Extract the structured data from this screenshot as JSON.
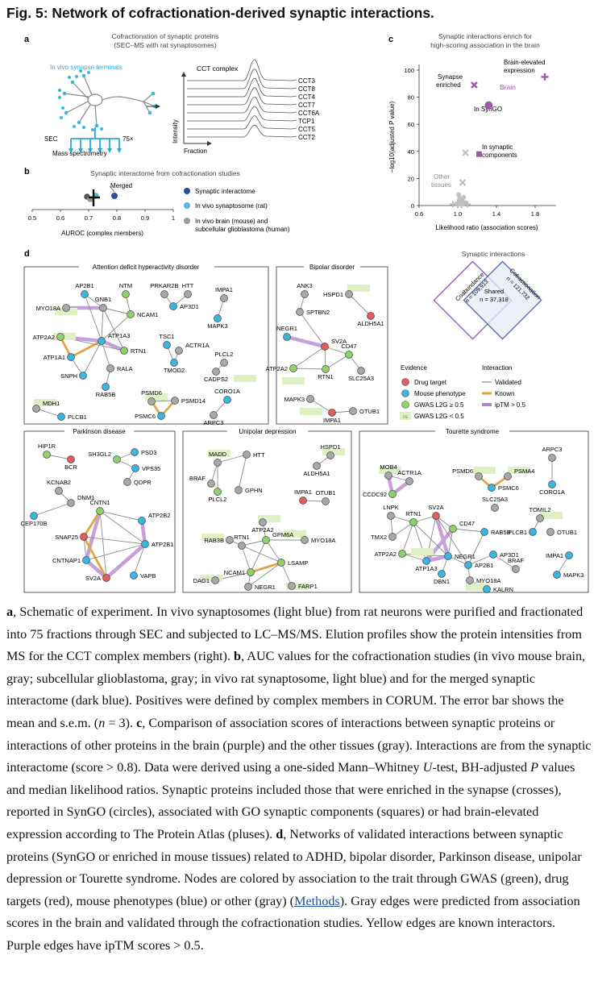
{
  "title": "Fig. 5: Network of cofractionation-derived synaptic interactions.",
  "panel_a": {
    "letter": "a",
    "title_line1": "Cofractionation of synaptic proteins",
    "title_line2": "(SEC–MS with rat synaptosomes)",
    "in_vivo": "In vivo synapse terminals",
    "sec": "SEC",
    "x75": "75×",
    "ms": "Mass spectrometry",
    "cct_complex": "CCT complex",
    "intensity": "Intensity",
    "fraction": "Fraction",
    "proteins": [
      "CCT3",
      "CCT8",
      "CCT4",
      "CCT7",
      "CCT6A",
      "TCP1",
      "CCT5",
      "CCT2"
    ]
  },
  "panel_b": {
    "letter": "b",
    "title": "Synaptic interactome from cofractionation studies",
    "merged": "Merged",
    "ticks": [
      "0.5",
      "0.6",
      "0.7",
      "0.8",
      "0.9",
      "1"
    ],
    "xlabel": "AUROC (complex members)",
    "legend": [
      {
        "label": "Synaptic interactome",
        "color": "#2e4d9b"
      },
      {
        "label": "In vivo synaptosome (rat)",
        "color": "#5db3de"
      },
      {
        "label": "In vivo brain (mouse) and",
        "label2": "subcellular glioblastoma (human)",
        "color": "#9a9a9a"
      }
    ],
    "colors": {
      "interactome": "#2e4d9b",
      "rat": "#5db3de",
      "gray": "#9a9a9a"
    }
  },
  "panel_c": {
    "letter": "c",
    "title_line1": "Synaptic interactions enrich for",
    "title_line2": "high-scoring association in the brain",
    "ylabel": "−log10(adjusted P value)",
    "xlabel": "Likelihood ratio (association scores)",
    "yticks": [
      "0",
      "20",
      "40",
      "60",
      "80",
      "100"
    ],
    "xticks": [
      "0.6",
      "1.0",
      "1.4",
      "1.8"
    ],
    "annotations": {
      "brain_elevated": "Brain-elevated",
      "expression": "expression",
      "synapse": "Synapse",
      "enriched": "enriched",
      "brain": "Brain",
      "in_syngo": "In SynGO",
      "in_synaptic": "In synaptic",
      "components": "components",
      "other": "Other",
      "tissues": "tissues"
    },
    "colors": {
      "brain": "#9b59a8",
      "other": "#c8c8c8"
    }
  },
  "panel_d": {
    "letter": "d",
    "venn": {
      "title": "Synaptic interactions",
      "left_label": "Coabundance",
      "left_n": "n = 109,913",
      "right_label": "Cofractionation",
      "right_n": "n = 121,732",
      "shared": "Shared",
      "shared_n": "n = 37,318"
    },
    "boxes": {
      "adhd": "Attention deficit hyperactivity disorder",
      "bipolar": "Bipolar disorder",
      "parkinson": "Parkinson disease",
      "unipolar": "Unipolar depression",
      "tourette": "Tourette syndrome"
    },
    "evidence_title": "Evidence",
    "interaction_title": "Interaction",
    "evidence": [
      "Drug target",
      "Mouse phenotype",
      "GWAS L2G ≥ 0.5",
      "GWAS L2G < 0.5"
    ],
    "interaction": [
      "Validated",
      "Known",
      "ipTM > 0.5"
    ],
    "rs_badge": "rs",
    "colors": {
      "drug": "#e25d5d",
      "mouse": "#39b7e0",
      "gwas": "#8fd16b",
      "other": "#a8a8a8",
      "known": "#e0a545",
      "iptm": "#b084c8",
      "validated": "#888888",
      "badge": "#dff0c4"
    },
    "nodes": {
      "adhd": [
        "AP2B1",
        "NTM",
        "MYO18A",
        "GNB1",
        "NCAM1",
        "ATP2A2",
        "ATP1A3",
        "ATP1A1",
        "RTN1",
        "SNPH",
        "RALA",
        "RAB5B",
        "MDH1",
        "PLCB1",
        "PRKAR2B",
        "HTT",
        "AP3D1",
        "IMPA1",
        "MAPK3",
        "TSC1",
        "ACTR1A",
        "TMOD2",
        "PLCL2",
        "CADPS2",
        "PSMD6",
        "PSMD14",
        "PSMC6",
        "CORO1A",
        "ARPC3"
      ],
      "bipolar": [
        "ANK3",
        "HSPD1",
        "SPTBN2",
        "ALDH5A1",
        "NEGR1",
        "SV2A",
        "CD47",
        "ATP2A2",
        "RTN1",
        "SLC25A3",
        "MAPK3",
        "IMPA1",
        "OTUB1"
      ],
      "parkinson": [
        "HIP1R",
        "BCR",
        "SH3GL2",
        "PSD3",
        "VPS35",
        "QDPR",
        "KCNAB2",
        "DNM1",
        "CEP170B",
        "CNTN1",
        "ATP2B2",
        "SNAP25",
        "ATP2B1",
        "CNTNAP1",
        "VAPB",
        "SV2A"
      ],
      "unipolar": [
        "MADD",
        "HTT",
        "BRAF",
        "GPHN",
        "PLCL2",
        "HSPD1",
        "ALDH5A1",
        "IMPA1",
        "OTUB1",
        "ATP2A2",
        "RAB3B",
        "RTN1",
        "GPM6A",
        "MYO18A",
        "NCAM1",
        "LSAMP",
        "DAG1",
        "NEGR1",
        "FARP1"
      ],
      "tourette": [
        "MOB4",
        "ACTR1A",
        "CCDC92",
        "PSMD6",
        "PSMA4",
        "PSMC6",
        "SLC25A3",
        "ARPC3",
        "CORO1A",
        "LNPK",
        "SV2A",
        "RTN1",
        "CD47",
        "TMX2",
        "RAB5B",
        "ATP2A2",
        "NEGR1",
        "ATP1A3",
        "AP2B1",
        "AP3D1",
        "DBN1",
        "MYO18A",
        "KALRN",
        "BRAF",
        "TOMIL2",
        "PLCB1",
        "OTUB1",
        "IMPA1",
        "MAPK3"
      ]
    }
  },
  "caption": [
    {
      "b": "a"
    },
    {
      "t": ", Schematic of experiment. In vivo synaptosomes (light blue) from rat neurons were purified and fractionated into 75 fractions through SEC and subjected to LC–MS/MS. Elution profiles show the protein intensities from MS for the CCT complex members (right). "
    },
    {
      "b": "b"
    },
    {
      "t": ", AUC values for the cofractionation studies (in vivo mouse brain, gray; subcellular glioblastoma, gray; in vivo rat synaptosome, light blue) and for the merged synaptic interactome (dark blue). Positives were defined by complex members in CORUM. The error bar shows the mean and s.e.m. ("
    },
    {
      "i": "n"
    },
    {
      "t": " = 3). "
    },
    {
      "b": "c"
    },
    {
      "t": ", Comparison of association scores of interactions between synaptic proteins or interactions of other proteins in the brain (purple) and the other tissues (gray). Interactions are from the synaptic interactome (score > 0.8). Data were derived using a one-sided Mann–Whitney "
    },
    {
      "i": "U"
    },
    {
      "t": "-test, BH-adjusted "
    },
    {
      "i": "P"
    },
    {
      "t": " values and median likelihood ratios. Synaptic proteins included those that were enriched in the synapse (crosses), reported in SynGO (circles), associated with GO synaptic components (squares) or had brain-elevated expression according to The Protein Atlas (pluses). "
    },
    {
      "b": "d"
    },
    {
      "t": ", Networks of validated interactions between synaptic proteins (SynGO or enriched in mouse tissues) related to ADHD, bipolar disorder, Parkinson disease, unipolar depression or Tourette syndrome. Nodes are colored by association to the trait through GWAS (green), drug targets (red), mouse phenotypes (blue) or other (gray) ("
    },
    {
      "a": "Methods"
    },
    {
      "t": "). Gray edges were predicted from association scores in the brain and validated through the cofractionation studies. Yellow edges are known interactors. Purple edges have ipTM scores > 0.5."
    }
  ]
}
